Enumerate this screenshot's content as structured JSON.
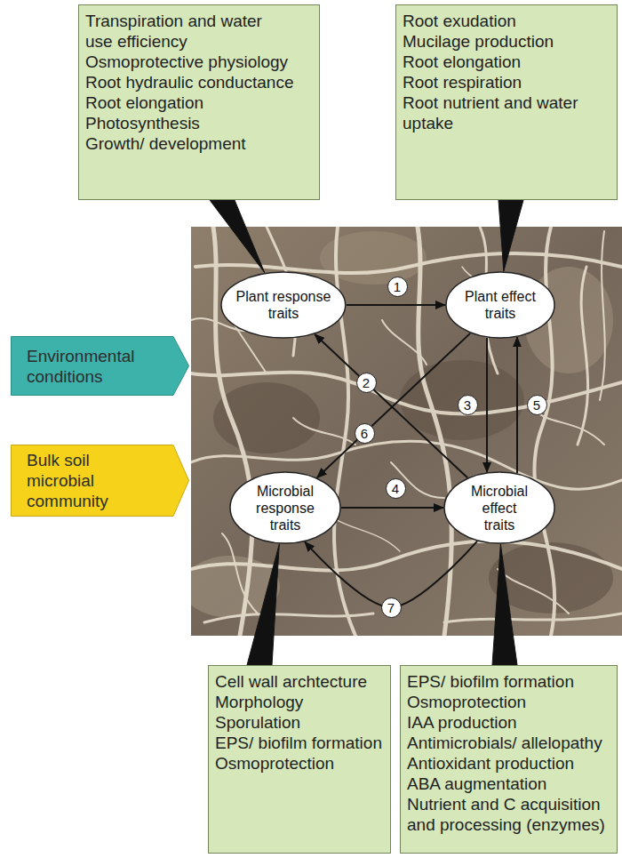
{
  "diagram": {
    "nodes": [
      {
        "text": [
          "Transpiration and water use efficiency",
          "Osmoprotective physiology",
          "Root hydraulic conductance",
          "Root elongation",
          "Photosynthesis",
          "Growth/ development"
        ]
      },
      {
        "text": [
          "Root exudation",
          "Mucilage production",
          "Root elongation",
          "Root respiration",
          "Root nutrient and water uptake"
        ]
      },
      {
        "text": [
          "Plant response traits"
        ]
      },
      {
        "text": [
          "Plant effect traits"
        ]
      },
      {
        "text": [
          "Environmental conditions"
        ]
      },
      {
        "text": [
          "Bulk soil microbial community"
        ]
      },
      {
        "text": [
          "Microbial response traits"
        ]
      },
      {
        "text": [
          "Microbial effect traits"
        ]
      },
      {
        "text": [
          "Cell wall archtecture",
          "Morphology",
          "Sporulation",
          "EPS/ biofilm formation",
          "Osmoprotection"
        ]
      },
      {
        "text": [
          "EPS/ biofilm formation",
          "Osmoprotection",
          "IAA production",
          "Antimicrobials/ allelopathy",
          "Antioxidant production",
          "ABA augmentation",
          "Nutrient and C acquisition and processing (enzymes)"
        ]
      }
    ],
    "edges": [
      {
        "from": 2,
        "to": 3,
        "arrow": "to",
        "label": "1"
      },
      {
        "from": 7,
        "to": 2,
        "arrow": "to",
        "label": "2"
      },
      {
        "from": 3,
        "to": 7,
        "arrow": "to",
        "label": "3"
      },
      {
        "from": 6,
        "to": 7,
        "arrow": "to",
        "label": "4"
      },
      {
        "from": 7,
        "to": 3,
        "arrow": "to",
        "label": "5"
      },
      {
        "from": 3,
        "to": 6,
        "arrow": "to",
        "label": "6"
      },
      {
        "from": 7,
        "to": 6,
        "arrow": "to",
        "label": "7"
      },
      {
        "from": 0,
        "to": 2,
        "arrow": "none"
      },
      {
        "from": 1,
        "to": 3,
        "arrow": "none"
      },
      {
        "from": 8,
        "to": 6,
        "arrow": "none"
      },
      {
        "from": 9,
        "to": 7,
        "arrow": "none"
      }
    ]
  }
}
